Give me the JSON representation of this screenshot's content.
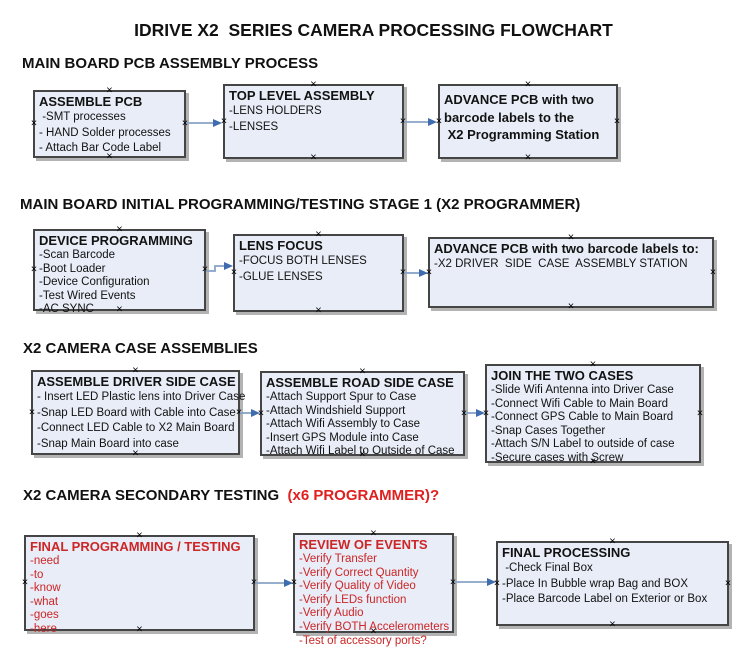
{
  "glyphs": {
    "anchor": "×"
  },
  "colors": {
    "background": "#ffffff",
    "box_fill": "#e8edf7",
    "box_border": "#454545",
    "box_shadow": "#b3b3b3",
    "connector_line": "#88a3c6",
    "connector_head": "#3f6cae",
    "text": "#111111",
    "red_text": "#cc2626",
    "heading_red": "#e02020"
  },
  "title": "IDRIVE X2  SERIES CAMERA PROCESSING FLOWCHART",
  "sections": [
    {
      "heading": "MAIN BOARD PCB ASSEMBLY PROCESS",
      "boxes": [
        {
          "title": "ASSEMBLE PCB",
          "items": [
            " -SMT processes",
            "- HAND Solder processes",
            "- Attach Bar Code Label"
          ]
        },
        {
          "title": "TOP LEVEL ASSEMBLY",
          "items": [
            "-LENS HOLDERS",
            "-LENSES"
          ]
        },
        {
          "title": "ADVANCE PCB with two",
          "items": [
            "barcode labels to the",
            " X2 Programming Station"
          ]
        }
      ]
    },
    {
      "heading": "MAIN BOARD INITIAL PROGRAMMING/TESTING STAGE 1 (X2 PROGRAMMER)",
      "boxes": [
        {
          "title": "DEVICE PROGRAMMING",
          "items": [
            "-Scan Barcode",
            "-Boot Loader",
            "-Device Configuration",
            "-Test Wired Events",
            "-AC SYNC"
          ]
        },
        {
          "title": "LENS FOCUS",
          "items": [
            "-FOCUS BOTH LENSES",
            "-GLUE LENSES"
          ]
        },
        {
          "title": "ADVANCE PCB with two barcode labels to:",
          "items": [
            "-X2 DRIVER  SIDE  CASE  ASSEMBLY STATION"
          ]
        }
      ]
    },
    {
      "heading": "X2 CAMERA CASE ASSEMBLIES",
      "boxes": [
        {
          "title": "ASSEMBLE DRIVER SIDE CASE",
          "items": [
            "- Insert LED Plastic lens into Driver Case",
            "-Snap LED Board with Cable into Case",
            "-Connect LED Cable to X2 Main Board",
            "-Snap Main Board into case"
          ]
        },
        {
          "title": "ASSEMBLE ROAD SIDE CASE",
          "items": [
            "-Attach Support Spur to Case",
            "-Attach Windshield Support",
            "-Attach Wifi Assembly to Case",
            "-Insert GPS Module into Case",
            "-Attach Wifi Label to Outside of Case"
          ]
        },
        {
          "title": "JOIN THE TWO CASES",
          "items": [
            "-Slide Wifi Antenna into Driver Case",
            "-Connect Wifi Cable to Main Board",
            "-Connect GPS Cable to Main Board",
            "-Snap Cases Together",
            "-Attach S/N Label to outside of case",
            "-Secure cases with Screw"
          ]
        }
      ]
    },
    {
      "heading": "X2 CAMERA SECONDARY TESTING  ",
      "heading_red": "(x6 PROGRAMMER)?",
      "boxes": [
        {
          "title": "FINAL PROGRAMMING / TESTING",
          "items": [
            "-need",
            "-to",
            "-know",
            "-what",
            "-goes",
            "-here"
          ]
        },
        {
          "title": "REVIEW OF EVENTS",
          "items": [
            "-Verify Transfer",
            "-Verify Correct Quantity",
            "-Verify Quality of Video",
            "-Verify LEDs function",
            "-Verify Audio",
            "-Verify BOTH Accelerometers",
            "-Test of accessory ports?"
          ]
        },
        {
          "title": "FINAL PROCESSING",
          "items": [
            " -Check Final Box",
            "-Place In Bubble wrap Bag and BOX",
            "-Place Barcode Label on Exterior or Box"
          ]
        }
      ]
    }
  ]
}
